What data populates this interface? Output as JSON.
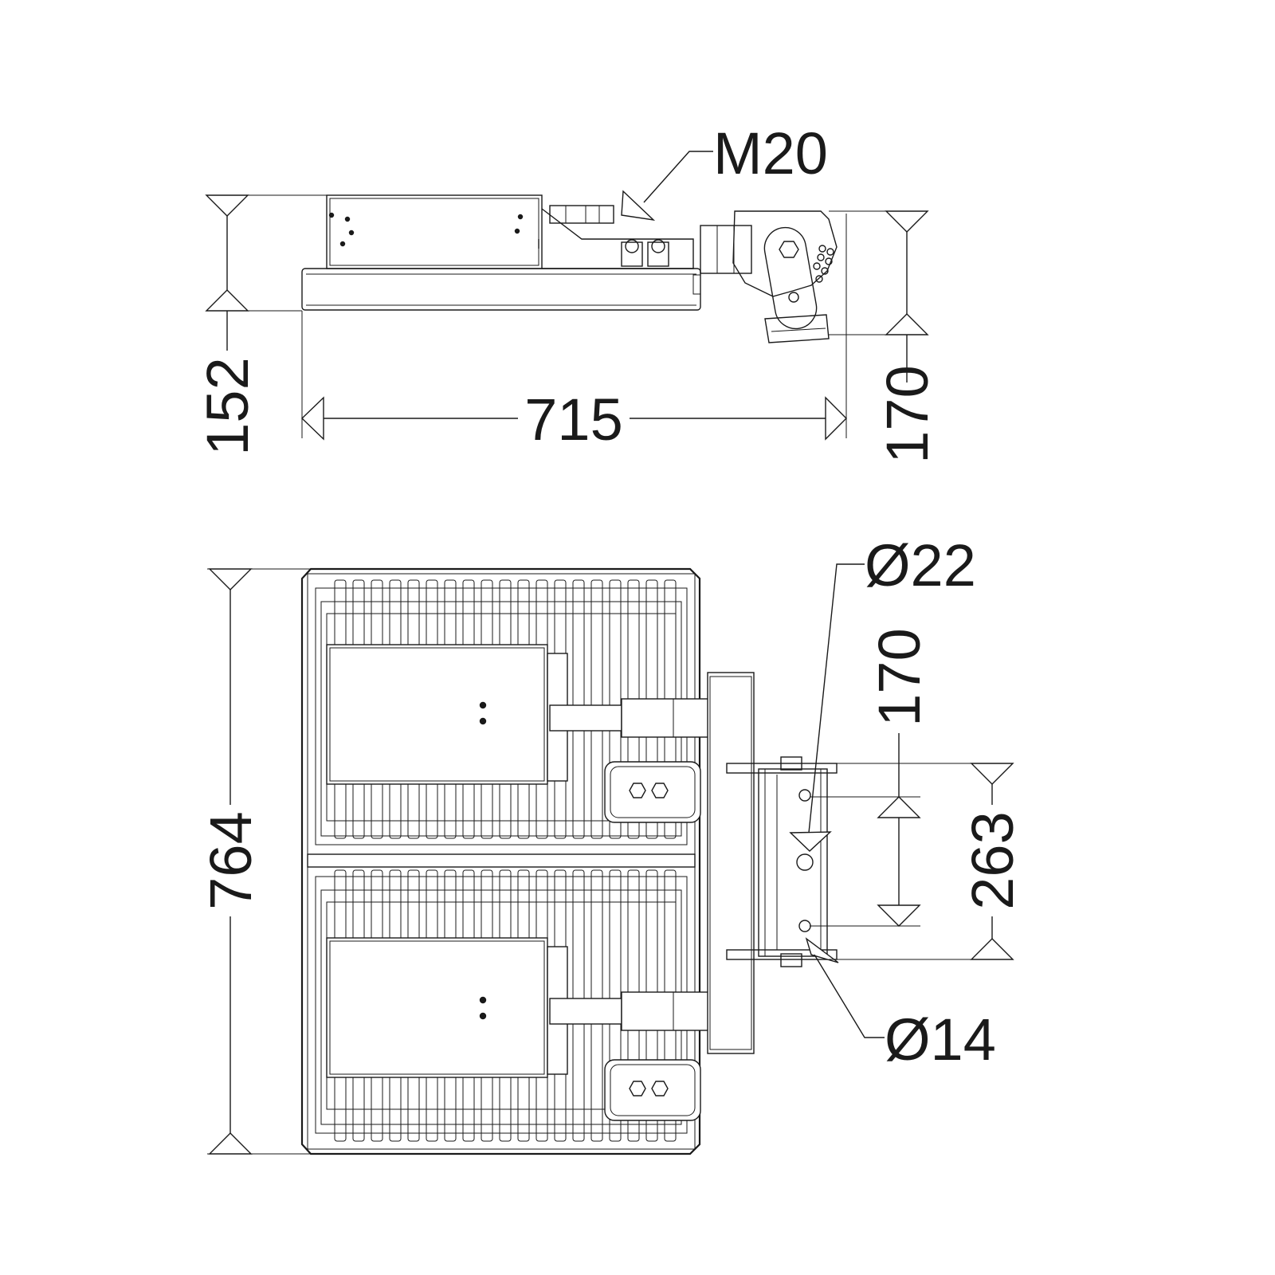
{
  "dimensions": {
    "side_height": "152",
    "side_length": "715",
    "bracket_height": "170",
    "thread": "M20",
    "top_width": "764",
    "hole_large": "Ø22",
    "hole_spacing": "170",
    "bracket_span": "263",
    "hole_small": "Ø14"
  }
}
